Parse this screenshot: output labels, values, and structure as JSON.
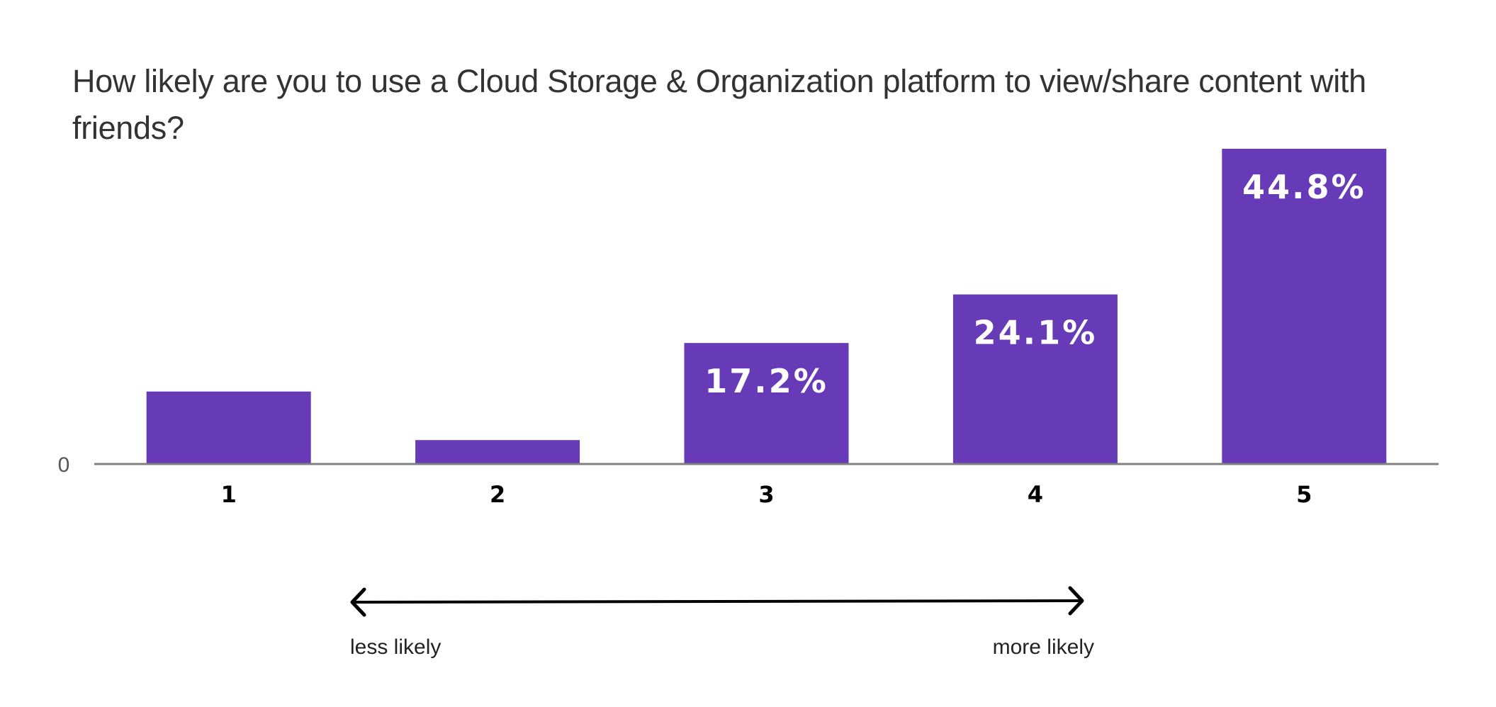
{
  "chart_data": {
    "type": "bar",
    "title": "How likely are you to use a Cloud Storage & Organization platform to view/share content with friends?",
    "categories": [
      "1",
      "2",
      "3",
      "4",
      "5"
    ],
    "values": [
      10.3,
      3.4,
      17.2,
      24.1,
      44.8
    ],
    "data_labels": [
      "",
      "",
      "17.2%",
      "24.1%",
      "44.8%"
    ],
    "unit": "%",
    "y_tick_labels": [
      "0"
    ],
    "ylim": [
      0,
      44.8
    ],
    "grid": false,
    "bar_color": "#673ab7",
    "scale": {
      "low_label": "less likely",
      "high_label": "more likely"
    }
  }
}
